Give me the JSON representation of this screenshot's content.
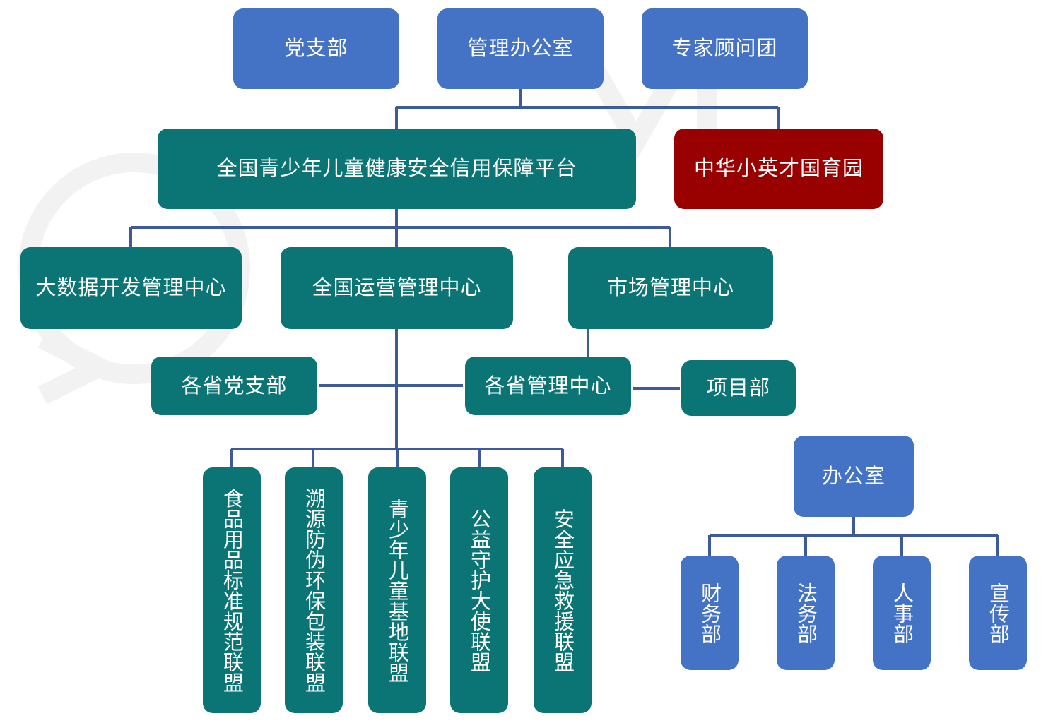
{
  "colors": {
    "blue": "#4472c4",
    "teal": "#0b7474",
    "red": "#990000",
    "line": "#3d5a99"
  },
  "top": {
    "party_branch": "党支部",
    "management_office": "管理办公室",
    "expert_group": "专家顾问团"
  },
  "platform": {
    "main": "全国青少年儿童健康安全信用保障平台",
    "academy": "中华小英才国育园"
  },
  "centers": {
    "big_data": "大数据开发管理中心",
    "national_ops": "全国运营管理中心",
    "market": "市场管理中心"
  },
  "provincial": {
    "party_branches": "各省党支部",
    "management_centers": "各省管理中心",
    "project_dept": "项目部"
  },
  "alliances": [
    "食品用品标准规范联盟",
    "溯源防伪环保包装联盟",
    "青少年儿童基地联盟",
    "公益守护大使联盟",
    "安全应急救援联盟"
  ],
  "office": {
    "title": "办公室",
    "departments": [
      "财务部",
      "法务部",
      "人事部",
      "宣传部"
    ]
  }
}
